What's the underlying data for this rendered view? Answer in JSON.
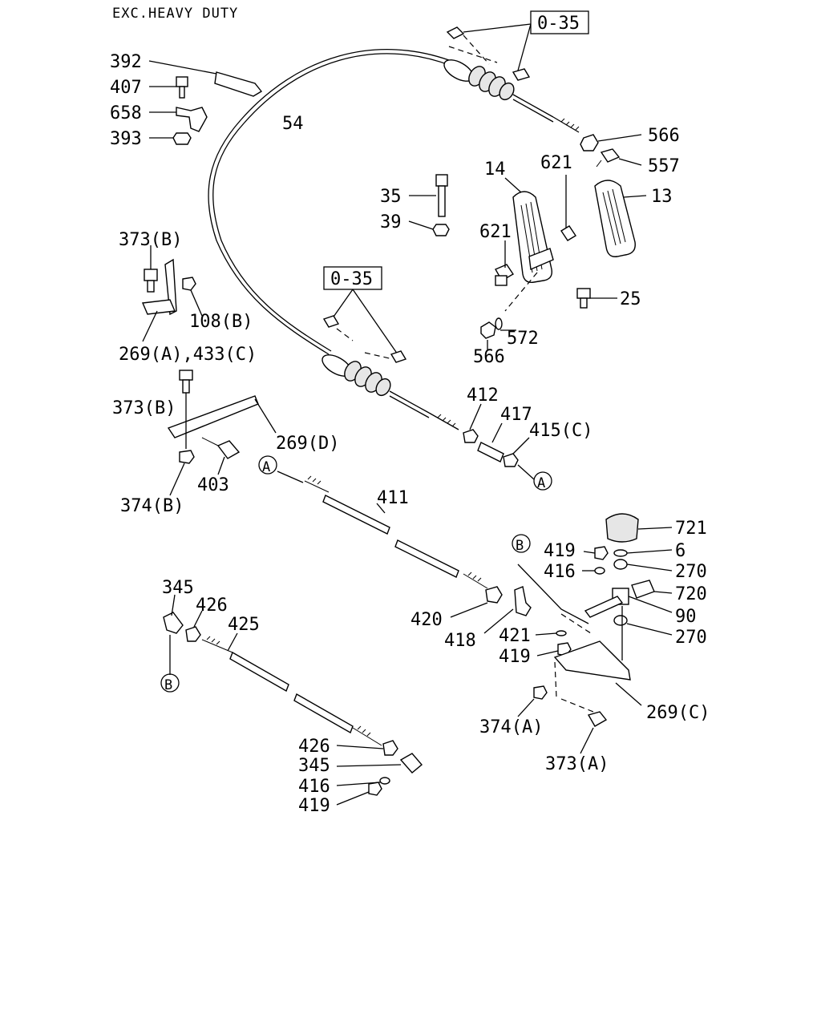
{
  "header": {
    "title": "EXC.HEAVY DUTY"
  },
  "callouts": {
    "p392": "392",
    "p407": "407",
    "p658": "658",
    "p393": "393",
    "p54": "54",
    "p035_top": "0-35",
    "p566_top": "566",
    "p557": "557",
    "p14": "14",
    "p621_a": "621",
    "p13": "13",
    "p35": "35",
    "p39": "39",
    "p621_b": "621",
    "p373b_1": "373(B)",
    "p108b": "108(B)",
    "p269a_433c": "269(A),433(C)",
    "p035_mid": "0-35",
    "p25": "25",
    "p572": "572",
    "p566_bot": "566",
    "p412": "412",
    "p417": "417",
    "p415c": "415(C)",
    "p373b_2": "373(B)",
    "p269d": "269(D)",
    "p374b": "374(B)",
    "p403": "403",
    "p411": "411",
    "p721": "721",
    "p419_a": "419",
    "p6": "6",
    "p416_a": "416",
    "p270_a": "270",
    "p720": "720",
    "p420": "420",
    "p90": "90",
    "p418": "418",
    "p421": "421",
    "p270_b": "270",
    "p419_b": "419",
    "p345_a": "345",
    "p426_a": "426",
    "p425": "425",
    "p269c": "269(C)",
    "p374a": "374(A)",
    "p373a": "373(A)",
    "p426_b": "426",
    "p345_b": "345",
    "p416_b": "416",
    "p419_c": "419"
  },
  "ref_markers": {
    "a1": "A",
    "a2": "A",
    "b1": "B",
    "b2": "B"
  }
}
